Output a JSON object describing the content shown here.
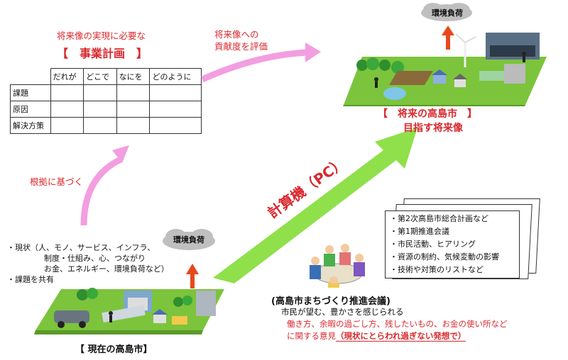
{
  "plan": {
    "caption": "将来像の実現に必要な",
    "title": "【　事業計画　】",
    "columns": [
      "だれが",
      "どこで",
      "なにを",
      "どのように"
    ],
    "rows": [
      "課題",
      "原因",
      "解決方策"
    ]
  },
  "arrows": {
    "contribution_label_1": "将来像への",
    "contribution_label_2": "貢献度を評価",
    "basis_label": "根拠に基づく",
    "calculator_label": "計算機（PC）"
  },
  "future": {
    "load_cloud": "環境負荷",
    "title": "【　将来の高島市　】",
    "subtitle": "目指す将来像"
  },
  "current": {
    "load_cloud": "環境負荷",
    "title": "【 現在の高島市】",
    "status_lines": [
      "・現状（人、モノ、サービス、インフラ、",
      "制度・仕組み、心、つながり",
      "お金、エネルギー、環境負荷など）",
      "・課題を共有"
    ]
  },
  "documents": {
    "items": [
      "・第2次高島市総合計画など",
      "・第1期推進会議",
      "・市民活動、ヒアリング",
      "・資源の制約、気候変動の影響",
      "・技術や対策のリストなど"
    ]
  },
  "meeting": {
    "title": "(高島市まちづくり推進会議)",
    "line1": "市民が望む、豊かさを感じられる",
    "line2": "働き方、余暇の過ごし方、残したいもの、お金の使い所など",
    "line3_prefix": "に関する意見",
    "line3_highlight": "（現状にとらわれ過ぎない発想で）"
  },
  "colors": {
    "accent_red": "#d9282d",
    "pink_arrow": "#f29ee0",
    "green_arrow": "#8fe04a",
    "ground_green": "#7cc43c"
  }
}
